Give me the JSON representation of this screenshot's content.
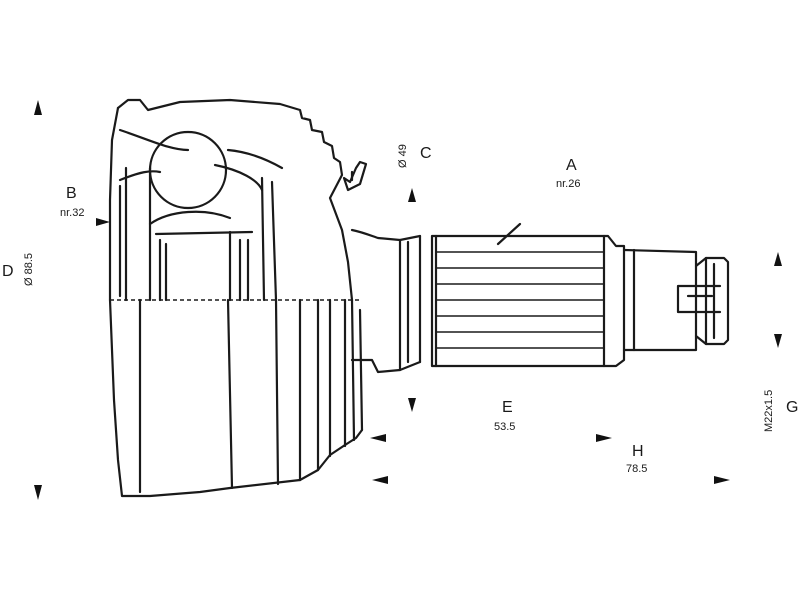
{
  "labels": {
    "A": {
      "letter": "A",
      "value": "nr.26"
    },
    "B": {
      "letter": "B",
      "value": "nr.32"
    },
    "C": {
      "letter": "C",
      "value": "Ø 49"
    },
    "D": {
      "letter": "D",
      "value": "Ø 88.5"
    },
    "E": {
      "letter": "E",
      "value": "53.5"
    },
    "G": {
      "letter": "G",
      "value": "M22x1.5"
    },
    "H": {
      "letter": "H",
      "value": "78.5"
    }
  }
}
